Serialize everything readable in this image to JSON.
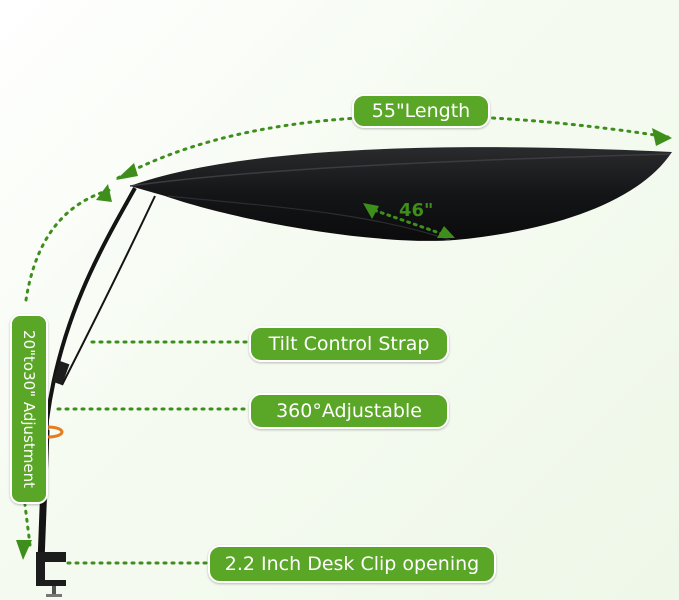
{
  "labels": {
    "length": "55\"Length",
    "width": "46\"",
    "height_adjustment": "20\"to30\" Adjustment",
    "tilt_strap": "Tilt Control Strap",
    "rotation": "360°Adjustable",
    "clip": "2.2 Inch Desk Clip opening"
  },
  "colors": {
    "accent_green": "#5aa626",
    "canopy": "#1b1c1e",
    "pole": "#141414",
    "rotation_arrow": "#e87b1e"
  }
}
